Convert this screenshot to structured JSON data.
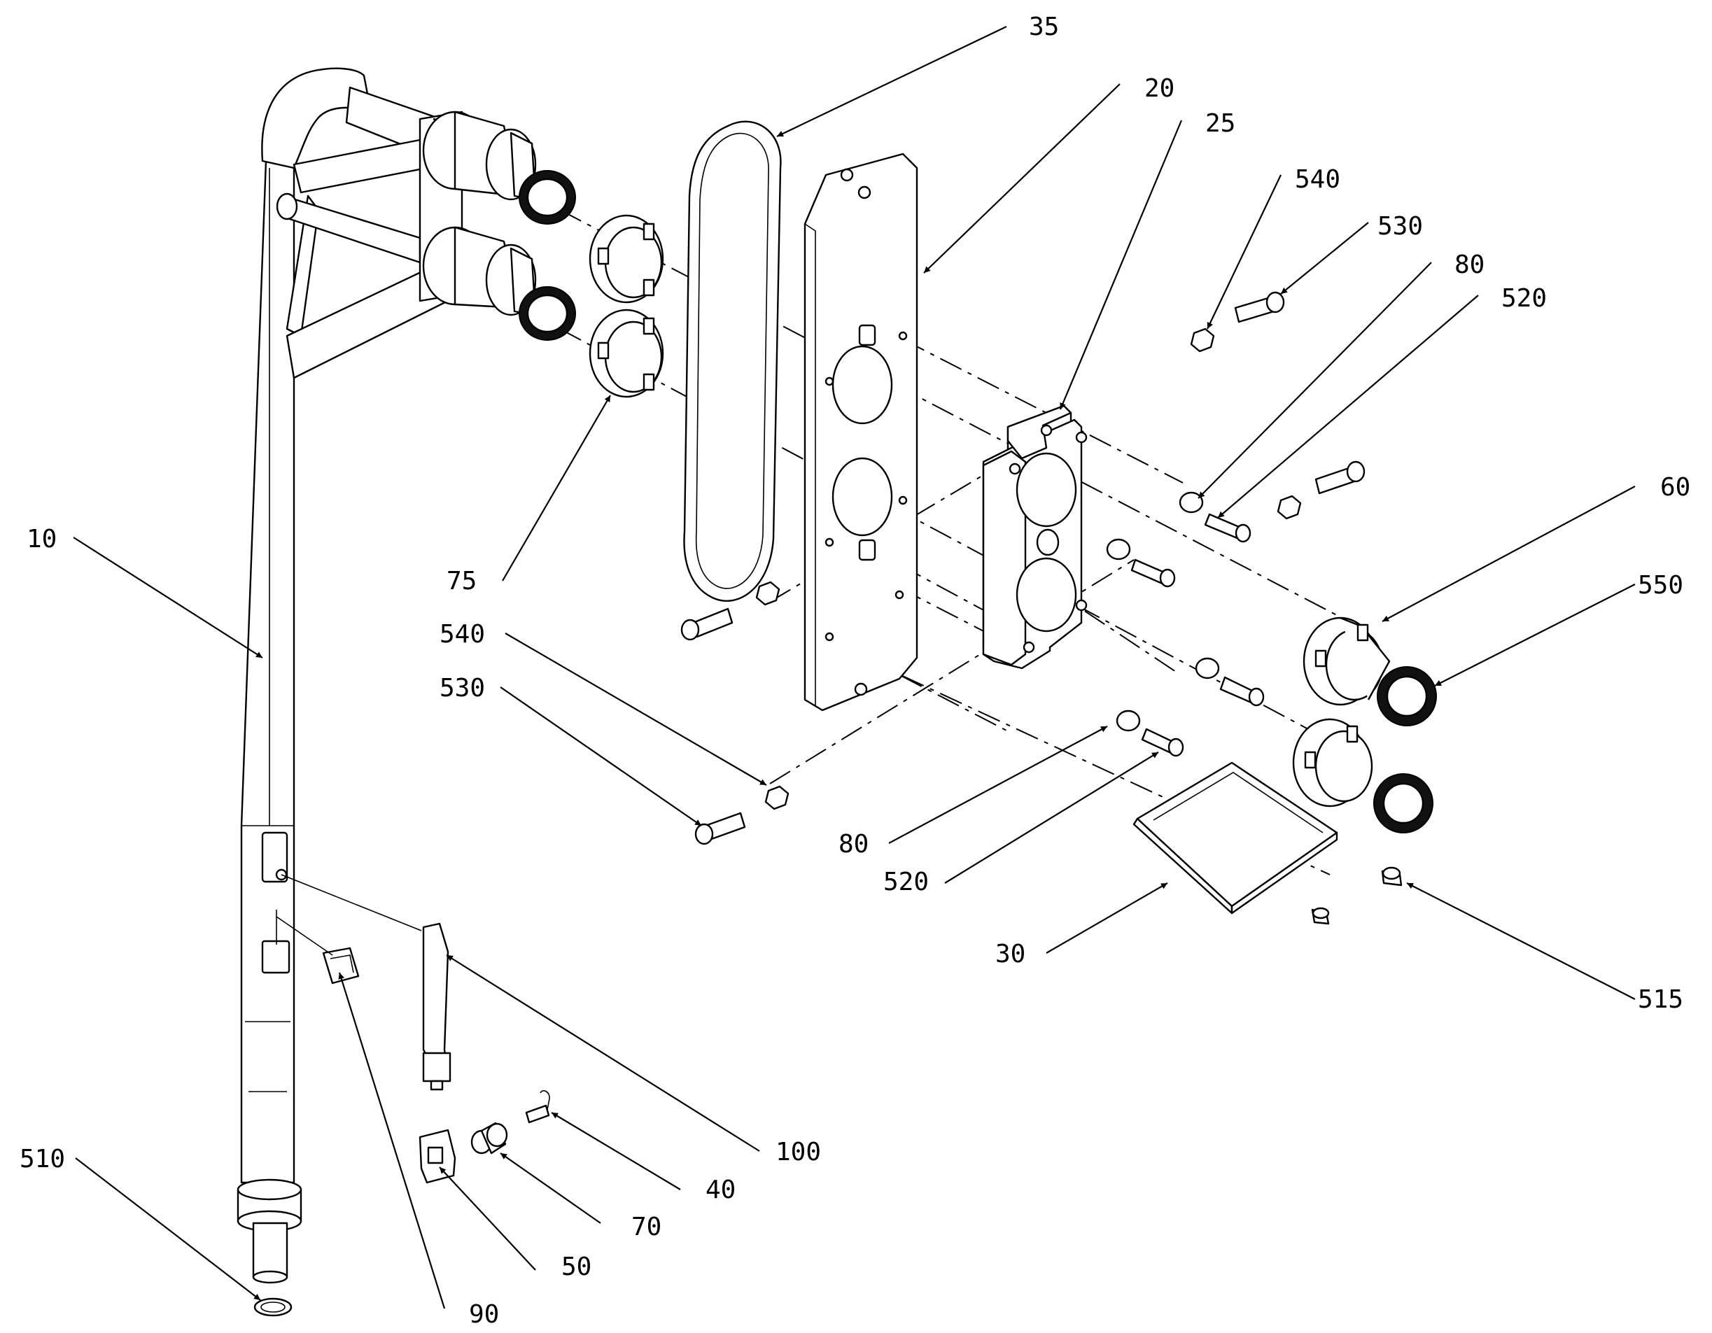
{
  "labels": {
    "l10": "10",
    "l20": "20",
    "l25": "25",
    "l30": "30",
    "l35": "35",
    "l40": "40",
    "l50": "50",
    "l60": "60",
    "l70": "70",
    "l75": "75",
    "l80a": "80",
    "l80b": "80",
    "l90": "90",
    "l100": "100",
    "l510": "510",
    "l515": "515",
    "l520a": "520",
    "l520b": "520",
    "l530a": "530",
    "l530b": "530",
    "l540a": "540",
    "l540b": "540",
    "l550": "550"
  }
}
